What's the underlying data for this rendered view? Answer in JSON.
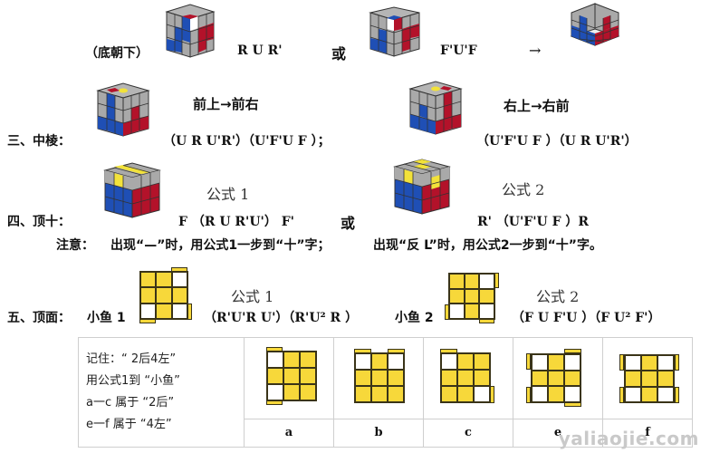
{
  "colors": {
    "yellow": "#f7d83a",
    "blue": "#1f4fb5",
    "red": "#b3122a",
    "gray": "#a9a9a9",
    "white": "#ffffff",
    "grid_line": "#3a3418"
  },
  "step2_tail": {
    "orientation_note": "（底朝下）",
    "formula_a": "R U R'",
    "or_label": "或",
    "formula_b": "F'U'F",
    "arrow": "→"
  },
  "step3": {
    "title": "三、中棱：",
    "case1_caption": "前上→前右",
    "case1_formula": "（U R U'R'）（U'F'U F ）；",
    "case2_caption": "右上→右前",
    "case2_formula": "（U'F'U F ）（U R U'R'）"
  },
  "step4": {
    "title": "四、顶十：",
    "formula1_label": "公式 1",
    "formula1": "F （R U R'U'） F'",
    "or_label": "或",
    "formula2_label": "公式 2",
    "formula2": "R' （U'F'U F ）R",
    "note_label": "注意：",
    "note1": "出现“—”时，用公式1一步到“十”字；",
    "note2": "出现“反 L”时，用公式2一步到“十”字。"
  },
  "step5": {
    "title": "五、顶面：",
    "fish1_label": "小鱼 1",
    "formula1_label": "公式 1",
    "formula1": "（R'U'R U'）（R'U² R ）",
    "fish2_label": "小鱼 2",
    "formula2_label": "公式 2",
    "formula2": "（F U F'U ）（F U² F'）"
  },
  "table": {
    "notes": [
      "记住：“ 2后4左”",
      "用公式1到 “小鱼”",
      "a一c 属于 “2后”",
      "e一f 属于 “4左”"
    ],
    "patterns": [
      {
        "label": "a"
      },
      {
        "label": "b"
      },
      {
        "label": "c"
      },
      {
        "label": "e"
      },
      {
        "label": "f"
      }
    ]
  },
  "watermark": "yaliaojie.com"
}
